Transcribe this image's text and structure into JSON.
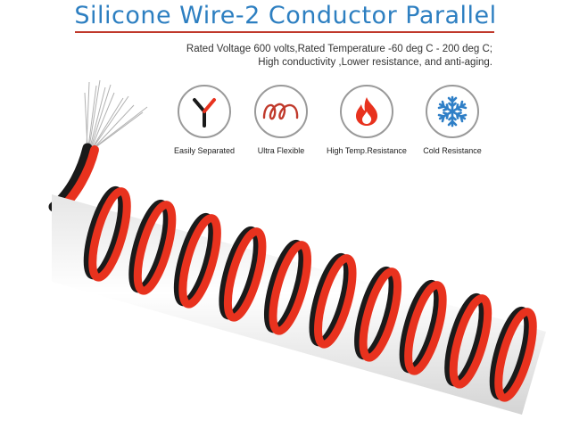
{
  "header": {
    "title": "Silicone Wire-2 Conductor Parallel",
    "spec_line1": "Rated Voltage 600 volts,Rated Temperature -60 deg C - 200 deg C;",
    "spec_line2": "High conductivity ,Lower resistance, and anti-aging."
  },
  "features": [
    {
      "label": "Easily Separated",
      "icon": "split-wire-icon"
    },
    {
      "label": "Ultra Flexible",
      "icon": "coil-icon"
    },
    {
      "label": "High Temp.Resistance",
      "icon": "flame-icon"
    },
    {
      "label": "Cold Resistance",
      "icon": "snowflake-icon"
    }
  ],
  "colors": {
    "title": "#2d7fc1",
    "accent_red": "#e8321e",
    "wire_black": "#1a1a1a",
    "snow_blue": "#2f7fc7",
    "rule": "#c0392b"
  }
}
